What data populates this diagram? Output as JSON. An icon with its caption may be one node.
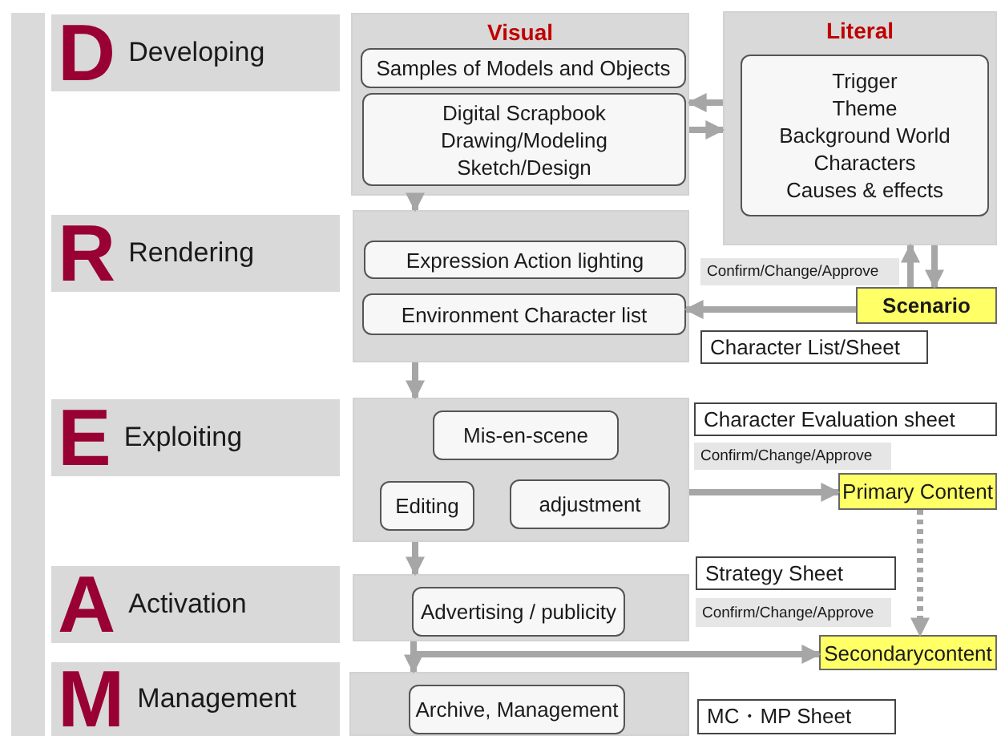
{
  "diagram": {
    "nodes": [
      {
        "text": [
          "D",
          "Developing"
        ]
      },
      {
        "text": [
          "R",
          "Rendering"
        ]
      },
      {
        "text": [
          "E",
          "Exploiting"
        ]
      },
      {
        "text": [
          "A",
          "Activation"
        ]
      },
      {
        "text": [
          "M",
          "Management"
        ]
      },
      {
        "text": [
          "Visual"
        ]
      },
      {
        "text": [
          "Samples of Models and Objects"
        ],
        "in": 5
      },
      {
        "text": [
          "Digital Scrapbook",
          "Drawing/Modeling",
          "Sketch/Design"
        ],
        "in": 5
      },
      {
        "text": [
          "Literal"
        ]
      },
      {
        "text": [
          "Trigger",
          "Theme",
          "Background World",
          "Characters",
          "Causes & effects"
        ],
        "in": 8
      },
      {
        "text": [],
        "shape": "box"
      },
      {
        "text": [
          "Expression Action lighting"
        ],
        "in": 10
      },
      {
        "text": [
          "Environment Character list"
        ],
        "in": 10
      },
      {
        "text": [
          "Scenario"
        ]
      },
      {
        "text": [
          "Character List/Sheet"
        ]
      },
      {
        "text": [],
        "shape": "box"
      },
      {
        "text": [
          "Mis-en-scene"
        ],
        "in": 15
      },
      {
        "text": [
          "Editing"
        ],
        "in": 15
      },
      {
        "text": [
          "adjustment"
        ],
        "in": 15
      },
      {
        "text": [
          "Character Evaluation sheet"
        ]
      },
      {
        "text": [
          "Primary Content"
        ]
      },
      {
        "text": [],
        "shape": "box"
      },
      {
        "text": [
          "Advertising / publicity"
        ],
        "in": 21
      },
      {
        "text": [
          "Strategy Sheet"
        ]
      },
      {
        "text": [
          "Secondarycontent"
        ]
      },
      {
        "text": [],
        "shape": "box"
      },
      {
        "text": [
          "Archive, Management"
        ],
        "in": 25
      },
      {
        "text": [
          "MC・MP Sheet"
        ]
      },
      {
        "text": [],
        "shape": "bar"
      }
    ],
    "edges": [
      {
        "from": 5,
        "to": 10,
        "arrow": "to"
      },
      {
        "from": 8,
        "to": 5,
        "arrow": "to"
      },
      {
        "from": 5,
        "to": 8,
        "arrow": "to"
      },
      {
        "from": 13,
        "to": 8,
        "arrow": "to"
      },
      {
        "from": 8,
        "to": 13,
        "arrow": "to"
      },
      {
        "from": 13,
        "to": 12,
        "arrow": "to"
      },
      {
        "from": 10,
        "to": 15,
        "arrow": "to"
      },
      {
        "from": 15,
        "to": 20,
        "arrow": "to"
      },
      {
        "from": 15,
        "to": 21,
        "arrow": "to"
      },
      {
        "from": 20,
        "to": 24,
        "arrow": "to",
        "style": "dashed"
      },
      {
        "from": 21,
        "to": 25,
        "arrow": "to"
      },
      {
        "from": 21,
        "to": 24,
        "arrow": "to"
      }
    ],
    "labels": [
      "Confirm/Change/Approve",
      "Confirm/Change/Approve",
      "Confirm/Change/Approve"
    ]
  }
}
